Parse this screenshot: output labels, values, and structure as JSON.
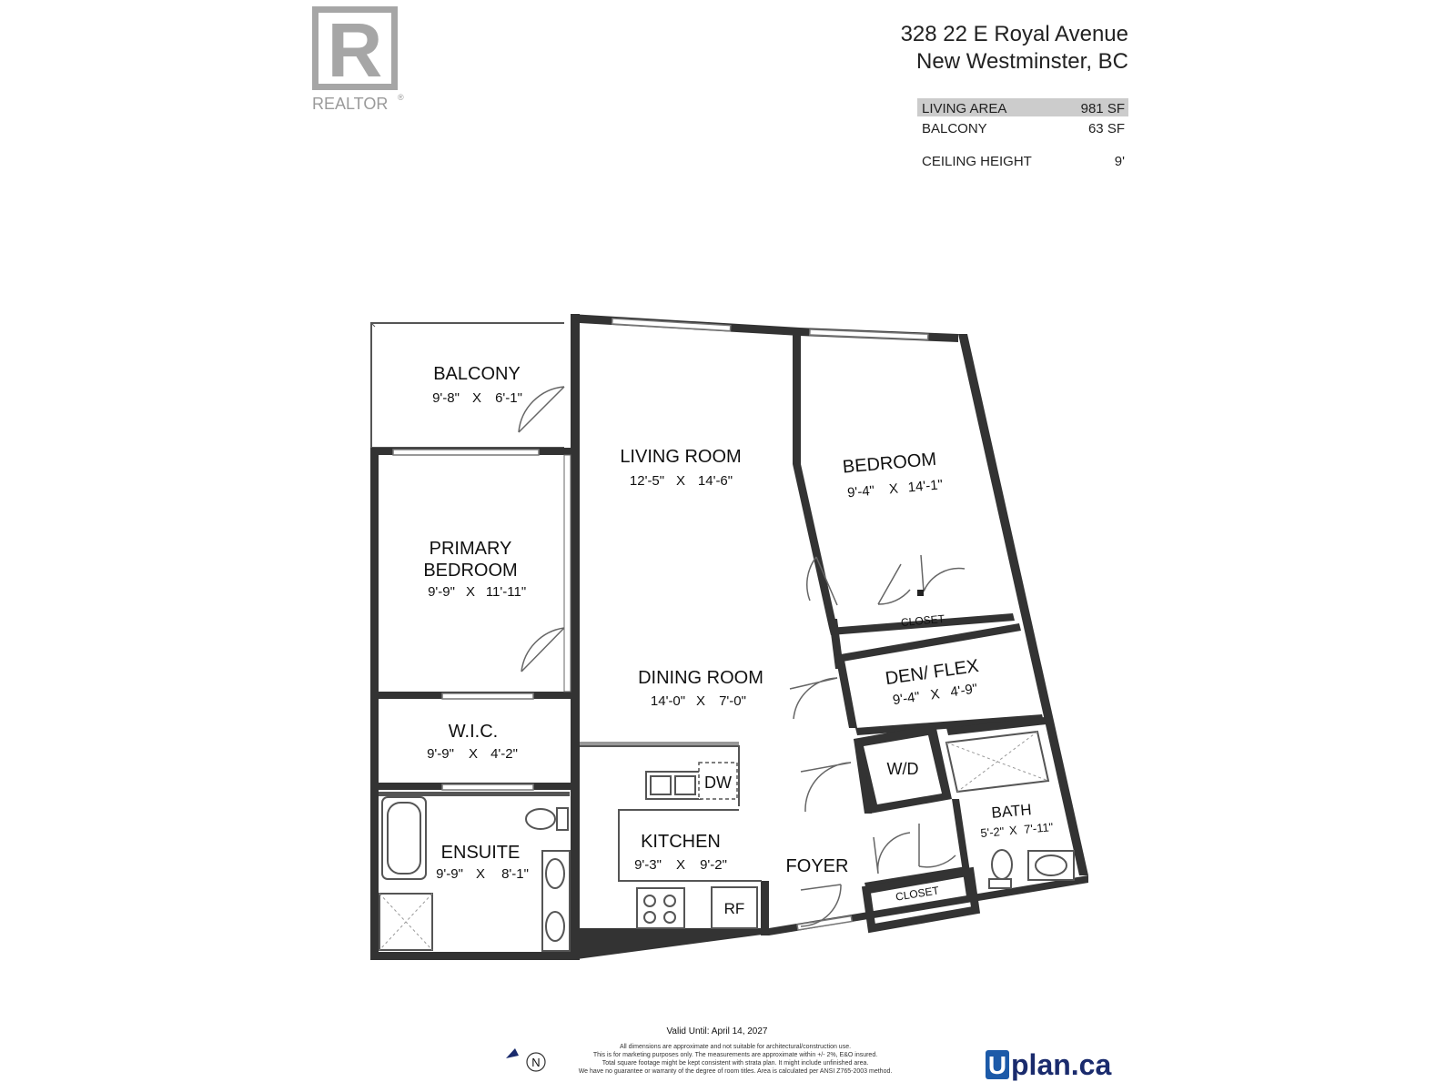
{
  "logo": {
    "letter": "R",
    "text": "REALTOR",
    "mark": "®"
  },
  "address": {
    "line1": "328 22 E Royal Avenue",
    "line2": "New Westminster, BC"
  },
  "areas": [
    {
      "label": "LIVING AREA",
      "value": "981 SF",
      "highlight": true
    },
    {
      "label": "BALCONY",
      "value": "63 SF",
      "highlight": false
    },
    {
      "label": "CEILING HEIGHT",
      "value": "9'",
      "highlight": false
    }
  ],
  "rooms": {
    "balcony": {
      "name": "BALCONY",
      "w": "9'-8\"",
      "x": "X",
      "d": "6'-1\""
    },
    "living": {
      "name": "LIVING ROOM",
      "w": "12'-5\"",
      "x": "X",
      "d": "14'-6\""
    },
    "bedroom": {
      "name": "BEDROOM",
      "w": "9'-4\"",
      "x": "X",
      "d": "14'-1\""
    },
    "primary": {
      "name1": "PRIMARY",
      "name2": "BEDROOM",
      "w": "9'-9\"",
      "x": "X",
      "d": "11'-11\""
    },
    "dining": {
      "name": "DINING ROOM",
      "w": "14'-0\"",
      "x": "X",
      "d": "7'-0\""
    },
    "den": {
      "name": "DEN/ FLEX",
      "w": "9'-4\"",
      "x": "X",
      "d": "4'-9\""
    },
    "wic": {
      "name": "W.I.C.",
      "w": "9'-9\"",
      "x": "X",
      "d": "4'-2\""
    },
    "kitchen": {
      "name": "KITCHEN",
      "w": "9'-3\"",
      "x": "X",
      "d": "9'-2\""
    },
    "ensuite": {
      "name": "ENSUITE",
      "w": "9'-9\"",
      "x": "X",
      "d": "8'-1\""
    },
    "bath": {
      "name": "BATH",
      "w": "5'-2\"",
      "x": "X",
      "d": "7'-11\""
    },
    "foyer": {
      "name": "FOYER"
    },
    "closet_bed": {
      "name": "CLOSET"
    },
    "closet_foyer": {
      "name": "CLOSET"
    }
  },
  "fixtures": {
    "wd": "W/D",
    "dw": "DW",
    "rf": "RF"
  },
  "footer": {
    "valid": "Valid Until: April 14, 2027",
    "north": "N",
    "disclaimer": [
      "All dimensions are approximate and not suitable for architectural/construction use.",
      "This is for marketing purposes only. The measurements are approximate within +/- 2%, E&O insured.",
      "Total square footage might be kept consistent with strata plan. It might include unfinished area.",
      "We have no guarantee or warranty of the degree of room titles. Area is calculated per ANSI Z765-2003 method."
    ],
    "brand_u": "U",
    "brand_rest": "plan.ca"
  }
}
